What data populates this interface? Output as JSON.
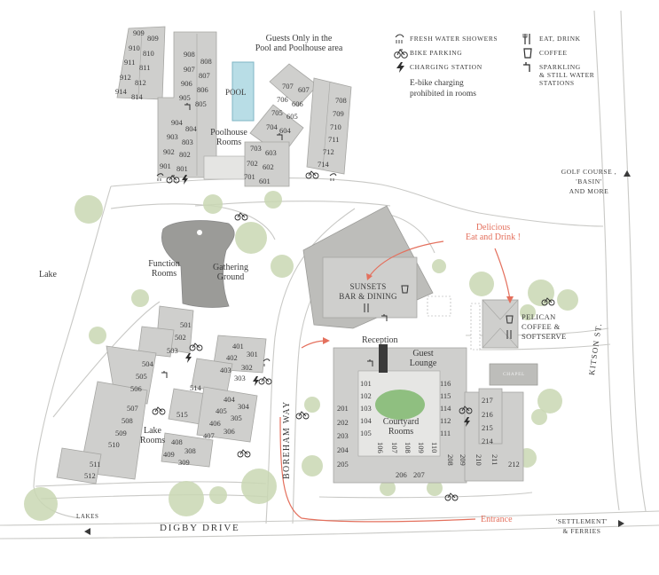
{
  "title": "",
  "colors": {
    "accent": "#e4705d",
    "building": "#cfcfcd",
    "tree": "#c9d7b3",
    "pool": "#b8dde6",
    "lawn": "#8fbf80"
  },
  "legend": {
    "showers": "FRESH WATER SHOWERS",
    "bike": "BIKE PARKING",
    "charging": "CHARGING STATION",
    "ebike_note_1": "E-bike charging",
    "ebike_note_2": "prohibited in rooms",
    "eat": "EAT, DRINK",
    "coffee": "COFFEE",
    "sparkling_1": "SPARKLING",
    "sparkling_2": "& STILL WATER",
    "sparkling_3": "STATIONS"
  },
  "icons": [
    "shower-icon",
    "bike-icon",
    "lightning-icon",
    "cutlery-icon",
    "cup-icon",
    "tap-icon"
  ],
  "labels": {
    "guests_only_1": "Guests Only in the",
    "guests_only_2": "Pool and Poolhouse area",
    "pool": "POOL",
    "poolhouse_1": "Poolhouse",
    "poolhouse_2": "Rooms",
    "lake": "Lake",
    "function_1": "Function",
    "function_2": "Rooms",
    "gathering_1": "Gathering",
    "gathering_2": "Ground",
    "sunsets_1": "SUNSETS",
    "sunsets_2": "BAR & DINING",
    "delicious_1": "Delicious",
    "delicious_2": "Eat and Drink !",
    "pelican_1": "PELICAN",
    "pelican_2": "COFFEE &",
    "pelican_3": "SOFTSERVE",
    "chapel": "CHAPEL",
    "reception": "Reception",
    "guest_1": "Guest",
    "guest_2": "Lounge",
    "courtyard_1": "Courtyard",
    "courtyard_2": "Rooms",
    "lake_rooms_1": "Lake",
    "lake_rooms_2": "Rooms",
    "golf_1": "GOLF COURSE ,",
    "golf_2": "'BASIN'",
    "golf_3": "AND MORE",
    "kitson": "KITSON ST.",
    "boreham": "BOREHAM WAY",
    "digby": "DIGBY DRIVE",
    "lakes": "LAKES",
    "entrance": "Entrance",
    "settlement_1": "'SETTLEMENT'",
    "settlement_2": "& FERRIES"
  },
  "rooms": {
    "r909": "909",
    "r910": "910",
    "r911": "911",
    "r912": "912",
    "r914": "914",
    "r809": "809",
    "r810": "810",
    "r811": "811",
    "r812": "812",
    "r814": "814",
    "r908": "908",
    "r907": "907",
    "r906": "906",
    "r905": "905",
    "r904": "904",
    "r903": "903",
    "r902": "902",
    "r901": "901",
    "r808": "808",
    "r807": "807",
    "r806": "806",
    "r805": "805",
    "r804": "804",
    "r803": "803",
    "r802": "802",
    "r801": "801",
    "r707": "707",
    "r706": "706",
    "r705": "705",
    "r704": "704",
    "r703": "703",
    "r702": "702",
    "r701": "701",
    "r607": "607",
    "r606": "606",
    "r605": "605",
    "r604": "604",
    "r603": "603",
    "r602": "602",
    "r601": "601",
    "r708": "708",
    "r709": "709",
    "r710": "710",
    "r711": "711",
    "r712": "712",
    "r714": "714",
    "r501": "501",
    "r502": "502",
    "r503": "503",
    "r504": "504",
    "r505": "505",
    "r506": "506",
    "r507": "507",
    "r508": "508",
    "r509": "509",
    "r510": "510",
    "r511": "511",
    "r512": "512",
    "r401": "401",
    "r402": "402",
    "r403": "403",
    "r404": "404",
    "r405": "405",
    "r406": "406",
    "r407": "407",
    "r408": "408",
    "r409": "409",
    "r301": "301",
    "r302": "302",
    "r303": "303",
    "r304": "304",
    "r305": "305",
    "r306": "306",
    "r308": "308",
    "r309": "309",
    "r514": "514",
    "r515": "515",
    "r101": "101",
    "r102": "102",
    "r103": "103",
    "r104": "104",
    "r105": "105",
    "r106": "106",
    "r107": "107",
    "r108": "108",
    "r109": "109",
    "r110": "110",
    "r111": "111",
    "r112": "112",
    "r114": "114",
    "r115": "115",
    "r116": "116",
    "r201": "201",
    "r202": "202",
    "r203": "203",
    "r204": "204",
    "r205": "205",
    "r206": "206",
    "r207": "207",
    "r208": "208",
    "r209": "209",
    "r210": "210",
    "r211": "211",
    "r212": "212",
    "r214": "214",
    "r215": "215",
    "r216": "216",
    "r217": "217"
  }
}
